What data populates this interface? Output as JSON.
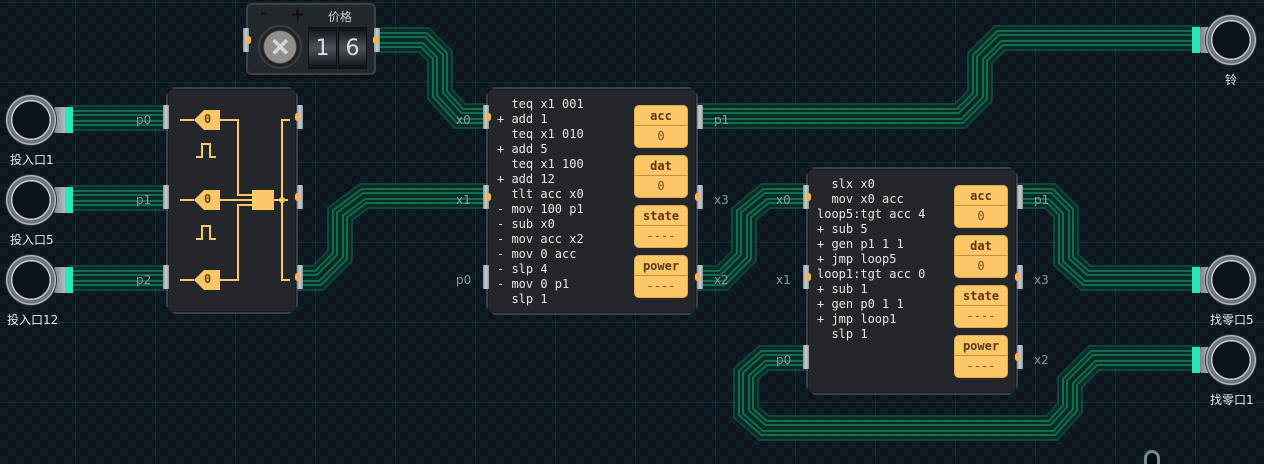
{
  "game": {
    "price_counter": {
      "title": "价格",
      "minus_label": "-",
      "plus_label": "+",
      "digits": [
        "1",
        "6"
      ],
      "value": 16
    },
    "inputs": [
      {
        "label": "投入口1",
        "port": "p0"
      },
      {
        "label": "投入口5",
        "port": "p1"
      },
      {
        "label": "投入口12",
        "port": "p2"
      }
    ],
    "outputs": [
      {
        "label": "铃"
      },
      {
        "label": "找零口5"
      },
      {
        "label": "找零口1"
      }
    ],
    "splitter_module": {
      "gates": [
        {
          "value": "0"
        },
        {
          "value": "0"
        },
        {
          "value": "0"
        }
      ],
      "pulse_icons": 2
    },
    "controller1": {
      "ports_left": [
        "x0",
        "x1",
        "p0"
      ],
      "ports_right": [
        "p1",
        "x3",
        "x2"
      ],
      "code": [
        "  teq x1 001",
        "+ add 1",
        "  teq x1 010",
        "+ add 5",
        "  teq x1 100",
        "+ add 12",
        "  tlt acc x0",
        "- mov 100 p1",
        "- sub x0",
        "- mov acc x2",
        "- mov 0 acc",
        "- slp 4",
        "- mov 0 p1",
        "  slp 1"
      ],
      "registers": [
        {
          "name": "acc",
          "value": "0"
        },
        {
          "name": "dat",
          "value": "0"
        },
        {
          "name": "state",
          "value": "----"
        },
        {
          "name": "power",
          "value": "----"
        }
      ]
    },
    "controller2": {
      "ports_left": [
        "x0",
        "x1",
        "p0"
      ],
      "ports_right": [
        "p1",
        "x3",
        "x2"
      ],
      "code": [
        "  slx x0",
        "  mov x0 acc",
        "loop5:tgt acc 4",
        "+ sub 5",
        "+ gen p1 1 1",
        "+ jmp loop5",
        "loop1:tgt acc 0",
        "+ sub 1",
        "+ gen p0 1 1",
        "+ jmp loop1",
        "  slp 1"
      ],
      "registers": [
        {
          "name": "acc",
          "value": "0"
        },
        {
          "name": "dat",
          "value": "0"
        },
        {
          "name": "state",
          "value": "----"
        },
        {
          "name": "power",
          "value": "----"
        }
      ]
    },
    "splitter_ports": [
      "p0",
      "p1",
      "p2"
    ],
    "colors": {
      "wire": "#2de6b8",
      "register": "#fdc767",
      "panel": "#23272c"
    }
  }
}
